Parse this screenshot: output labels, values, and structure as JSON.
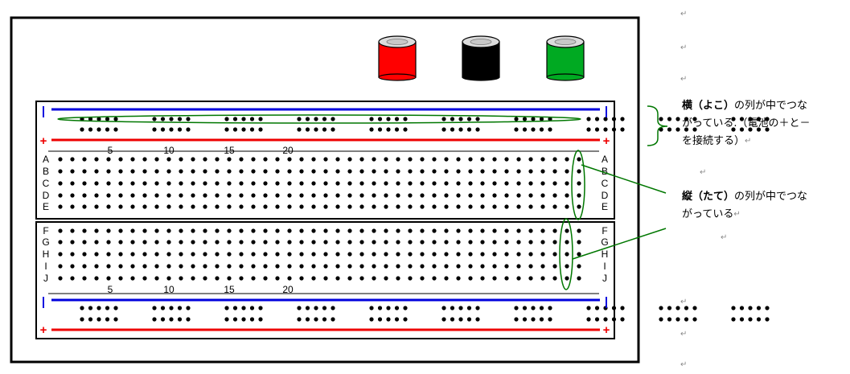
{
  "connectors": [
    {
      "name": "red-terminal",
      "color": "#ff0000"
    },
    {
      "name": "black-terminal",
      "color": "#000000"
    },
    {
      "name": "green-terminal",
      "color": "#00aa22"
    }
  ],
  "rail_signs": {
    "minus": "|",
    "plus": "+"
  },
  "rail_colors": {
    "minus": "#0000dd",
    "plus": "#ee0000"
  },
  "top_rows": [
    "A",
    "B",
    "C",
    "D",
    "E"
  ],
  "bottom_rows": [
    "F",
    "G",
    "H",
    "I",
    "J"
  ],
  "column_numbers": [
    "5",
    "10",
    "15",
    "20"
  ],
  "annotation_horizontal": {
    "bold": "横（よこ）",
    "rest": "の列が中でつな",
    "line2": "がっている.（電池の＋と－",
    "line3": "を接続する）"
  },
  "annotation_vertical": {
    "bold": "縦（たて）",
    "rest": "の列が中でつな",
    "line2": "がっている"
  },
  "paragraph_mark": "↵",
  "highlight_color": "#007700"
}
